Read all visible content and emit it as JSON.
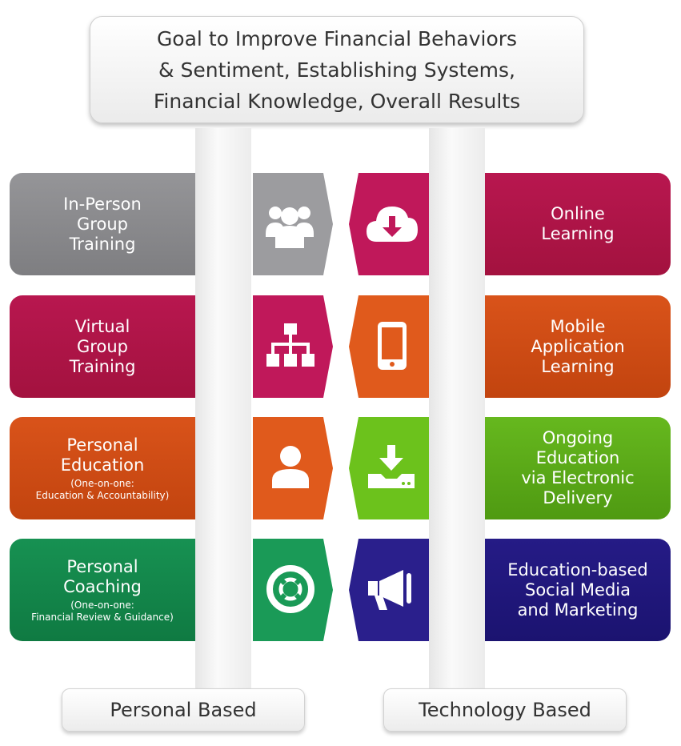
{
  "header": {
    "goal_lines": [
      "Goal to Improve Financial Behaviors",
      "& Sentiment, Establishing Systems,",
      "Financial Knowledge, Overall Results"
    ]
  },
  "personal": {
    "footer_label": "Personal Based",
    "items": [
      {
        "title": "In-Person\nGroup\nTraining",
        "sub": "",
        "color": "#8a8a8d",
        "icon": "group-icon"
      },
      {
        "title": "Virtual\nGroup\nTraining",
        "sub": "",
        "color": "#b0154a",
        "icon": "org-chart-icon"
      },
      {
        "title": "Personal\nEducation",
        "sub": "(One-on-one:\nEducation & Accountability)",
        "color": "#d04a12",
        "icon": "person-icon"
      },
      {
        "title": "Personal\nCoaching",
        "sub": "(One-on-one:\nFinancial Review & Guidance)",
        "color": "#148a4c",
        "icon": "lifebuoy-icon"
      }
    ]
  },
  "technology": {
    "footer_label": "Technology Based",
    "items": [
      {
        "title": "Online\nLearning",
        "color": "#b0154a",
        "icon": "cloud-download-icon"
      },
      {
        "title": "Mobile\nApplication\nLearning",
        "color": "#d04a12",
        "icon": "mobile-phone-icon"
      },
      {
        "title": "Ongoing\nEducation\nvia Electronic\nDelivery",
        "color": "#5aa818",
        "icon": "download-tray-icon"
      },
      {
        "title": "Education-based\nSocial Media\nand Marketing",
        "color": "#22197a",
        "icon": "megaphone-icon"
      }
    ]
  }
}
